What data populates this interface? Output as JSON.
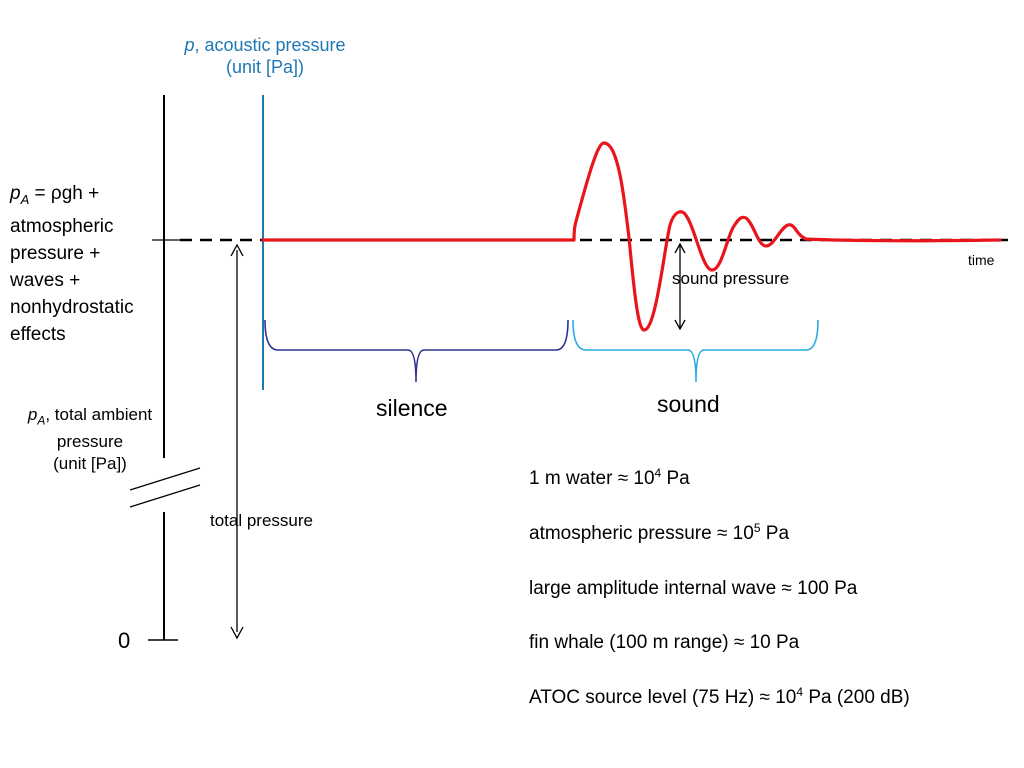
{
  "labels": {
    "acoustic_pressure": {
      "symbol": "p",
      "text": ", acoustic pressure",
      "unit": "(unit [Pa])"
    },
    "ambient_definition": {
      "symbol": "p",
      "subscript": "A",
      "lines": [
        " = ρgh +",
        "atmospheric",
        "pressure +",
        "waves +",
        "nonhydrostatic",
        "effects"
      ]
    },
    "total_ambient": {
      "symbol": "p",
      "subscript": "A",
      "text": ", total ambient",
      "line2": "pressure",
      "unit": "(unit [Pa])"
    },
    "zero": "0",
    "time": "time",
    "sound_pressure": "sound pressure",
    "silence": "silence",
    "sound": "sound",
    "total_pressure": "total pressure"
  },
  "facts": [
    {
      "pre": "1 m water ≈ 10",
      "sup": "4",
      "post": " Pa"
    },
    {
      "pre": "atmospheric pressure ≈ 10",
      "sup": "5",
      "post": " Pa"
    },
    {
      "pre": "large amplitude internal wave ≈  100 Pa",
      "sup": "",
      "post": ""
    },
    {
      "pre": "fin whale (100 m range) ≈ 10 Pa",
      "sup": "",
      "post": ""
    },
    {
      "pre": "ATOC source level (75 Hz) ≈ 10",
      "sup": "4",
      "post": " Pa (200 dB)"
    }
  ],
  "colors": {
    "signal": "#e8151b",
    "acoustic_axis": "#1f77b4",
    "silence_brace": "#2e3192",
    "sound_brace": "#29abe2",
    "ink": "#000000"
  }
}
